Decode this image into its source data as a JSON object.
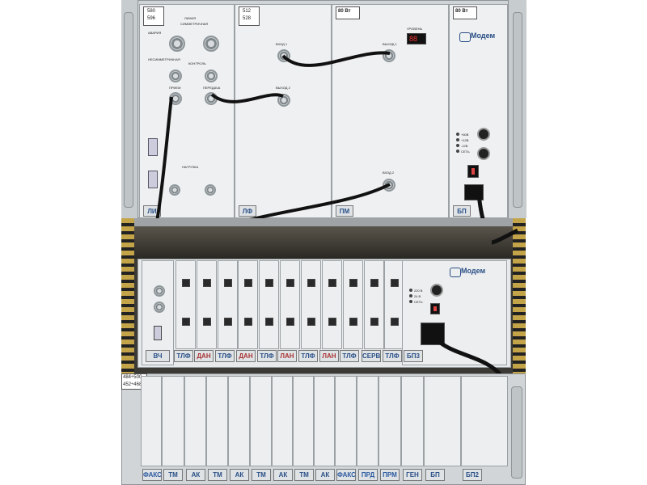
{
  "top_unit": {
    "code_580": "580",
    "code_596": "596",
    "code_512": "512",
    "code_528": "528",
    "label_80vt_1": "80 Вт",
    "label_80vt_2": "80 Вт",
    "brand": "Модем",
    "slot_labels": [
      "ЛИ",
      "ЛФ",
      "ПМ",
      "БП"
    ],
    "texts": {
      "linia": "ЛИНИЯ",
      "nesim": "НЕСИММЕТРИЧНАЯ",
      "sim": "СИММЕТРИЧНАЯ",
      "kontrol": "КОНТРОЛЬ",
      "priem": "ПРИЕМ",
      "peredacha": "ПЕРЕДАЧА",
      "nagruzka": "НАГРУЗКА",
      "vhod1": "ВХОД 1",
      "vyhod1": "ВЫХОД 1",
      "vyhod2": "ВЫХОД 2",
      "vhod2": "ВХОД 2",
      "uroven": "УРОВЕНЬ",
      "avaria": "АВАРИЯ"
    },
    "psu_leds": [
      "+60В",
      "+12В",
      "-12В",
      "СЕТЬ"
    ]
  },
  "mid_unit": {
    "brand": "Модем",
    "tabs": [
      "ВЧ",
      "ТЛФ",
      "ДАН",
      "ТЛФ",
      "ДАН",
      "ТЛФ",
      "ЛАН",
      "ТЛФ",
      "ЛАН",
      "ТЛФ",
      "СЕРВ",
      "ТЛФ",
      "БП3"
    ],
    "psu_leds": [
      "220 В",
      "24 В",
      "СЕТЬ"
    ]
  },
  "bottom_unit": {
    "code_484_500": "484÷500",
    "code_452_468": "452÷468",
    "tabs": [
      "ФАКС",
      "ТМ",
      "АК",
      "ТМ",
      "АК",
      "ТМ",
      "АК",
      "ТМ",
      "АК",
      "ФАКС",
      "ПРД",
      "ПРМ",
      "ГЕН",
      "БП",
      "БП2"
    ],
    "blue_indices": [
      0,
      9,
      10,
      11
    ]
  }
}
